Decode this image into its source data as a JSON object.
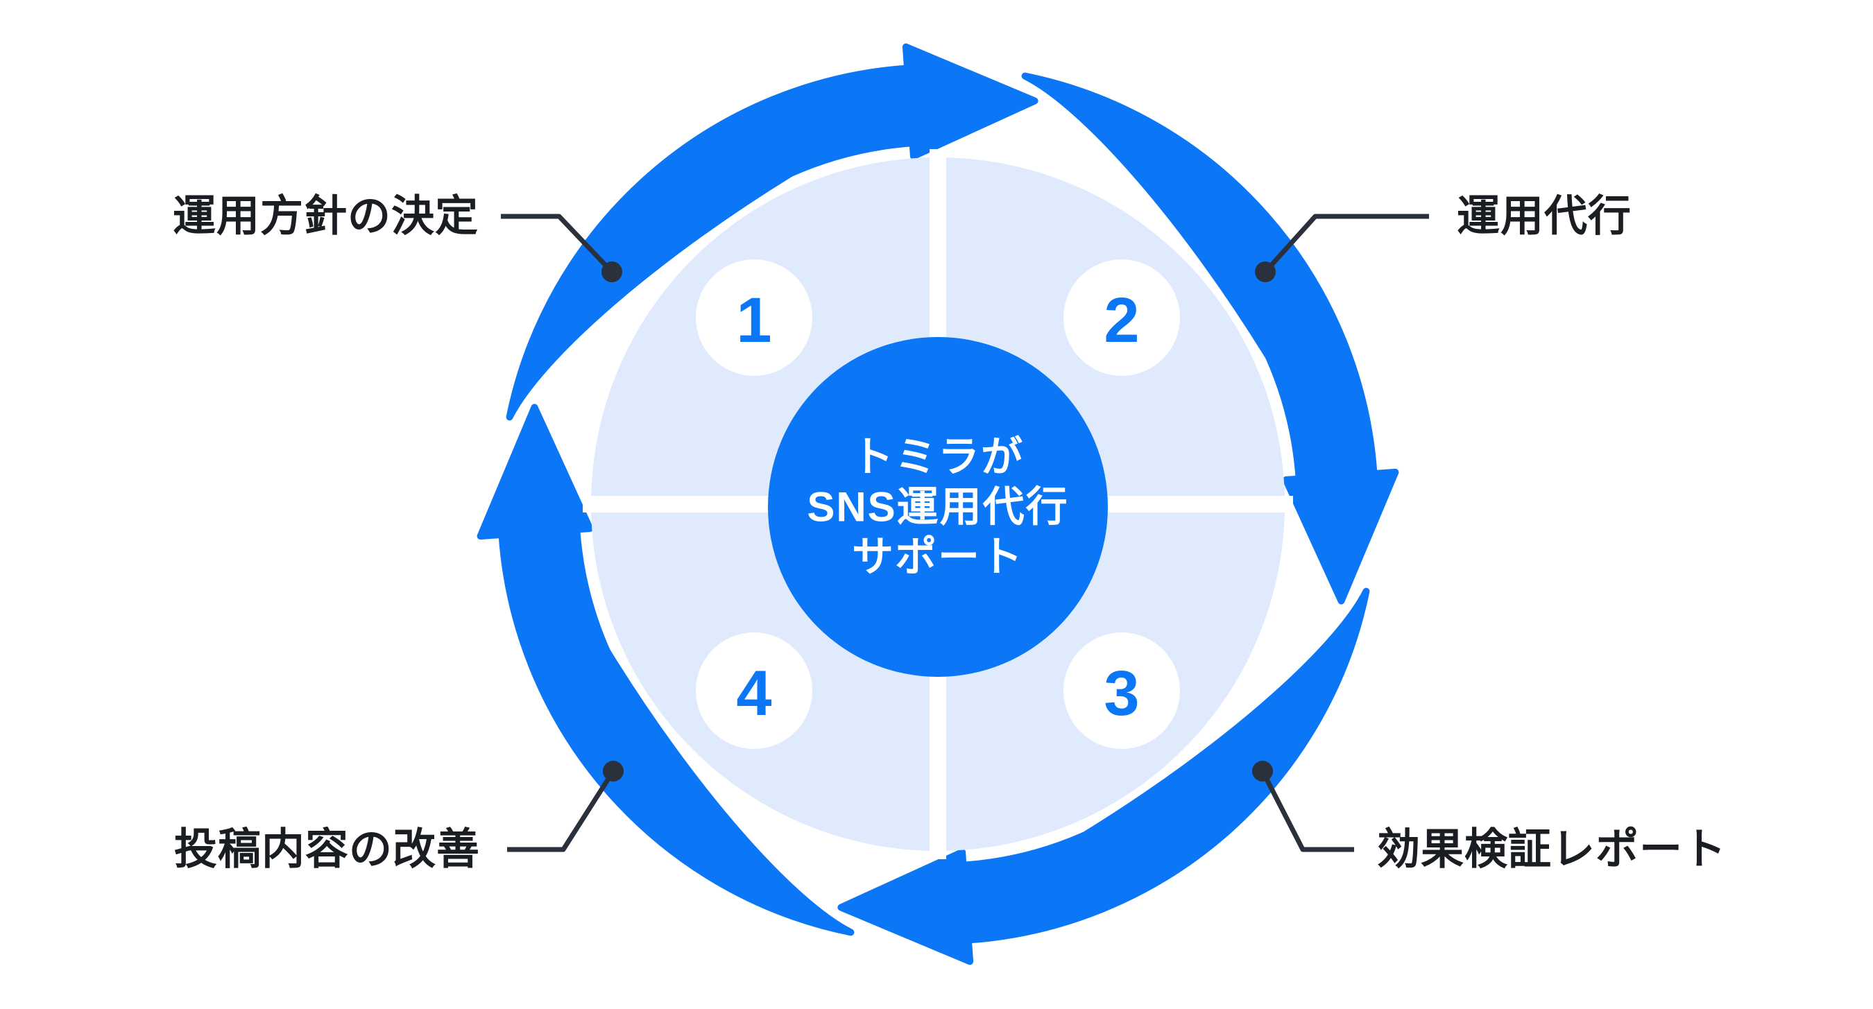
{
  "diagram": {
    "title_center": {
      "line1": "トミラが",
      "line2": "SNS運用代行",
      "line3": "サポート"
    },
    "steps": [
      {
        "number": "1",
        "label": "運用方針の決定"
      },
      {
        "number": "2",
        "label": "運用代行"
      },
      {
        "number": "3",
        "label": "効果検証レポート"
      },
      {
        "number": "4",
        "label": "投稿内容の改善"
      }
    ],
    "colors": {
      "accent": "#0b77f7",
      "quadrant_fill": "#dfeafd",
      "label_ink": "#1a1d22",
      "connector": "#2a313c",
      "background": "#ffffff"
    }
  }
}
